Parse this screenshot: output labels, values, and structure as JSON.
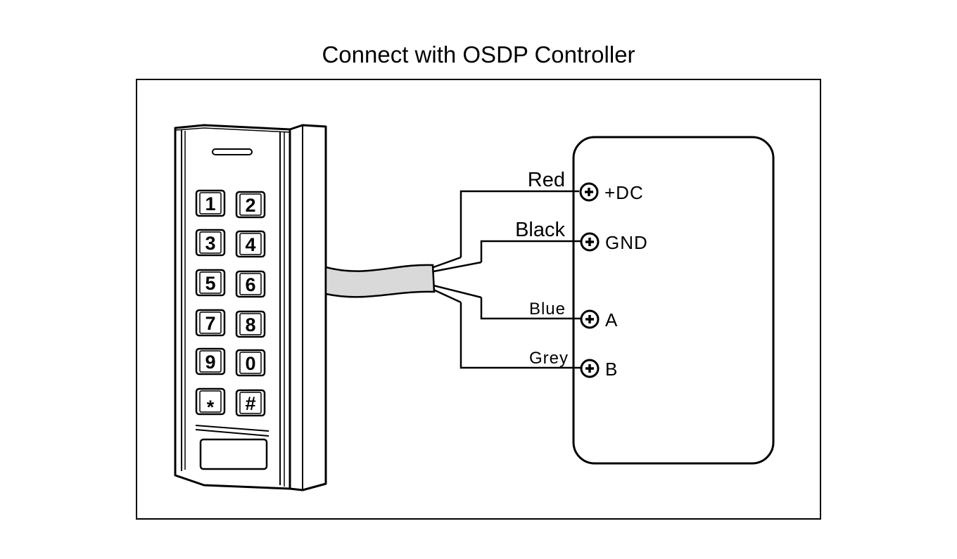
{
  "title": "Connect with OSDP Controller",
  "keypad": {
    "keys": [
      "1",
      "2",
      "3",
      "4",
      "5",
      "6",
      "7",
      "8",
      "9",
      "0",
      "*",
      "#"
    ]
  },
  "wires": [
    {
      "color_name": "Red",
      "terminal": "+DC"
    },
    {
      "color_name": "Black",
      "terminal": "GND"
    },
    {
      "color_name": "Blue",
      "terminal": "A"
    },
    {
      "color_name": "Grey",
      "terminal": "B"
    }
  ],
  "colors": {
    "line": "#000000",
    "cable_fill": "#d9d9d9",
    "background": "#ffffff"
  }
}
